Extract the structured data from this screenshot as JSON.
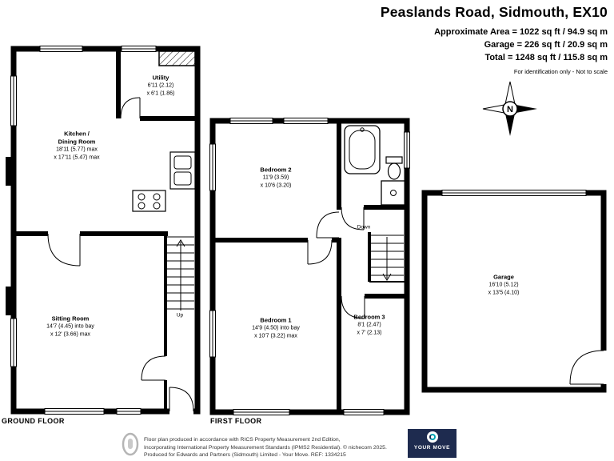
{
  "header": {
    "title": "Peaslands Road, Sidmouth, EX10",
    "approx_area": "Approximate Area = 1022 sq ft / 94.9 sq m",
    "garage_area": "Garage = 226 sq ft / 20.9 sq m",
    "total_area": "Total = 1248 sq ft / 115.8 sq m",
    "disclaimer": "For identification only - Not to scale"
  },
  "compass": {
    "north": "N"
  },
  "floors": {
    "ground": {
      "label": "GROUND FLOOR",
      "stairs": "Up"
    },
    "first": {
      "label": "FIRST FLOOR",
      "stairs": "Down"
    }
  },
  "rooms": {
    "utility": {
      "name": "Utility",
      "dim1": "6'11 (2.12)",
      "dim2": "x 6'1 (1.86)"
    },
    "kitchen": {
      "name": "Kitchen /",
      "name2": "Dining Room",
      "dim1": "18'11 (5.77) max",
      "dim2": "x 17'11 (5.47) max"
    },
    "sitting_room": {
      "name": "Sitting Room",
      "dim1": "14'7 (4.45) into bay",
      "dim2": "x 12' (3.66) max"
    },
    "bedroom_2": {
      "name": "Bedroom 2",
      "dim1": "11'9 (3.59)",
      "dim2": "x 10'6 (3.20)"
    },
    "bedroom_1": {
      "name": "Bedroom 1",
      "dim1": "14'9 (4.50) into bay",
      "dim2": "x 10'7 (3.22) max"
    },
    "bedroom_3": {
      "name": "Bedroom 3",
      "dim1": "8'1 (2.47)",
      "dim2": "x 7' (2.13)"
    },
    "garage": {
      "name": "Garage",
      "dim1": "16'10 (5.12)",
      "dim2": "x 13'5 (4.10)"
    }
  },
  "footer": {
    "line1": "Floor plan produced in accordance with RICS Property Measurement 2nd Edition,",
    "line2": "Incorporating International Property Measurement Standards (IPMS2 Residential).  © nichecom 2025.",
    "line3": "Produced for Edwards and Partners (Sidmouth) Limited - Your Move.  REF:  1334215",
    "logo": {
      "brand": "YOUR MOVE"
    }
  },
  "icons": {
    "compass": "compass-rose-north",
    "footer_badge": "nichecom-oval-badge",
    "logo_emblem": "your-move-circle-emblem"
  },
  "colors": {
    "wall": "#000000",
    "logo_navy": "#1e2b4f",
    "logo_teal": "#00a5b5",
    "footer_gray": "#333333"
  }
}
